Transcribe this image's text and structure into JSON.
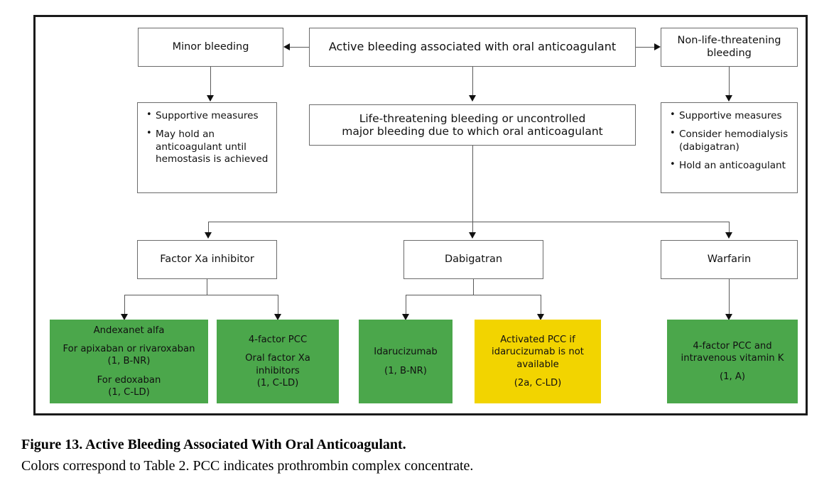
{
  "figure": {
    "caption_title": "Figure 13. Active Bleeding Associated With Oral Anticoagulant.",
    "caption_text": "Colors correspond to Table 2. PCC indicates prothrombin complex concentrate.",
    "colors": {
      "green": "#4BA74B",
      "yellow": "#F2D400",
      "frame": "#1a1a1a",
      "box_border": "#6b6b6b",
      "connector": "#5a5a5a",
      "text": "#111111"
    }
  },
  "nodes": {
    "root": {
      "label": "Active bleeding associated with oral anticoagulant"
    },
    "minor": {
      "label": "Minor bleeding"
    },
    "non_life": {
      "label": "Non-life-threatening\nbleeding",
      "line1": "Non-life-threatening",
      "line2": "bleeding"
    },
    "minor_actions": {
      "bullets": [
        "Supportive measures",
        "May hold an anticoagulant until hemostasis is achieved"
      ]
    },
    "life_threatening": {
      "line1": "Life-threatening bleeding or uncontrolled",
      "line2": "major bleeding due to which oral anticoagulant"
    },
    "non_life_actions": {
      "bullets": [
        "Supportive measures",
        "Consider hemodialysis (dabigatran)",
        "Hold an anticoagulant"
      ]
    },
    "factor_xa": {
      "label": "Factor Xa inhibitor"
    },
    "dabigatran": {
      "label": "Dabigatran"
    },
    "warfarin": {
      "label": "Warfarin"
    }
  },
  "treatments": [
    {
      "id": "andexanet-alfa",
      "color": "green",
      "lines": [
        "Andexanet alfa",
        "For apixaban or rivaroxaban",
        "(1, B-NR)",
        "For edoxaban",
        "(1, C-LD)"
      ]
    },
    {
      "id": "4-factor-pcc-xa",
      "color": "green",
      "lines": [
        "4-factor PCC",
        "Oral factor Xa",
        "inhibitors",
        "(1, C-LD)"
      ]
    },
    {
      "id": "idarucizumab",
      "color": "green",
      "lines": [
        "Idarucizumab",
        "(1, B-NR)"
      ]
    },
    {
      "id": "activated-pcc",
      "color": "yellow",
      "lines": [
        "Activated PCC if",
        "idarucizumab is not",
        "available",
        "(2a, C-LD)"
      ]
    },
    {
      "id": "4-factor-pcc-vitamin-k",
      "color": "green",
      "lines": [
        "4-factor PCC and",
        "intravenous vitamin K",
        "(1, A)"
      ]
    }
  ]
}
